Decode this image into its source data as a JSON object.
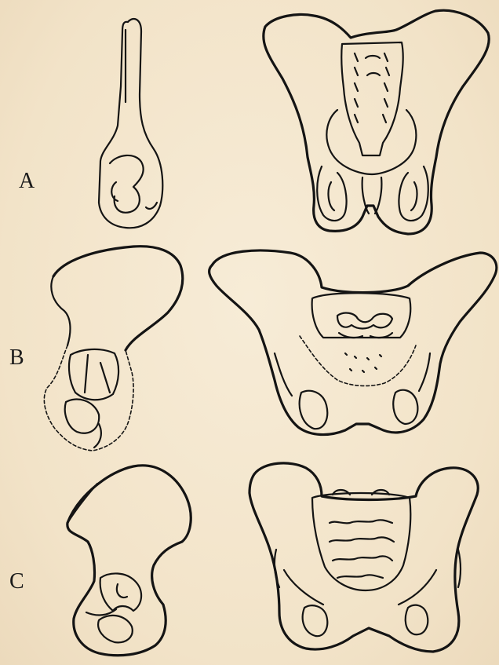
{
  "rows": [
    {
      "label": "A",
      "name": "row-a"
    },
    {
      "label": "B",
      "name": "row-b"
    },
    {
      "label": "C",
      "name": "row-c"
    }
  ],
  "colors": {
    "background": "#f4e7cf",
    "ink": "#141414"
  }
}
